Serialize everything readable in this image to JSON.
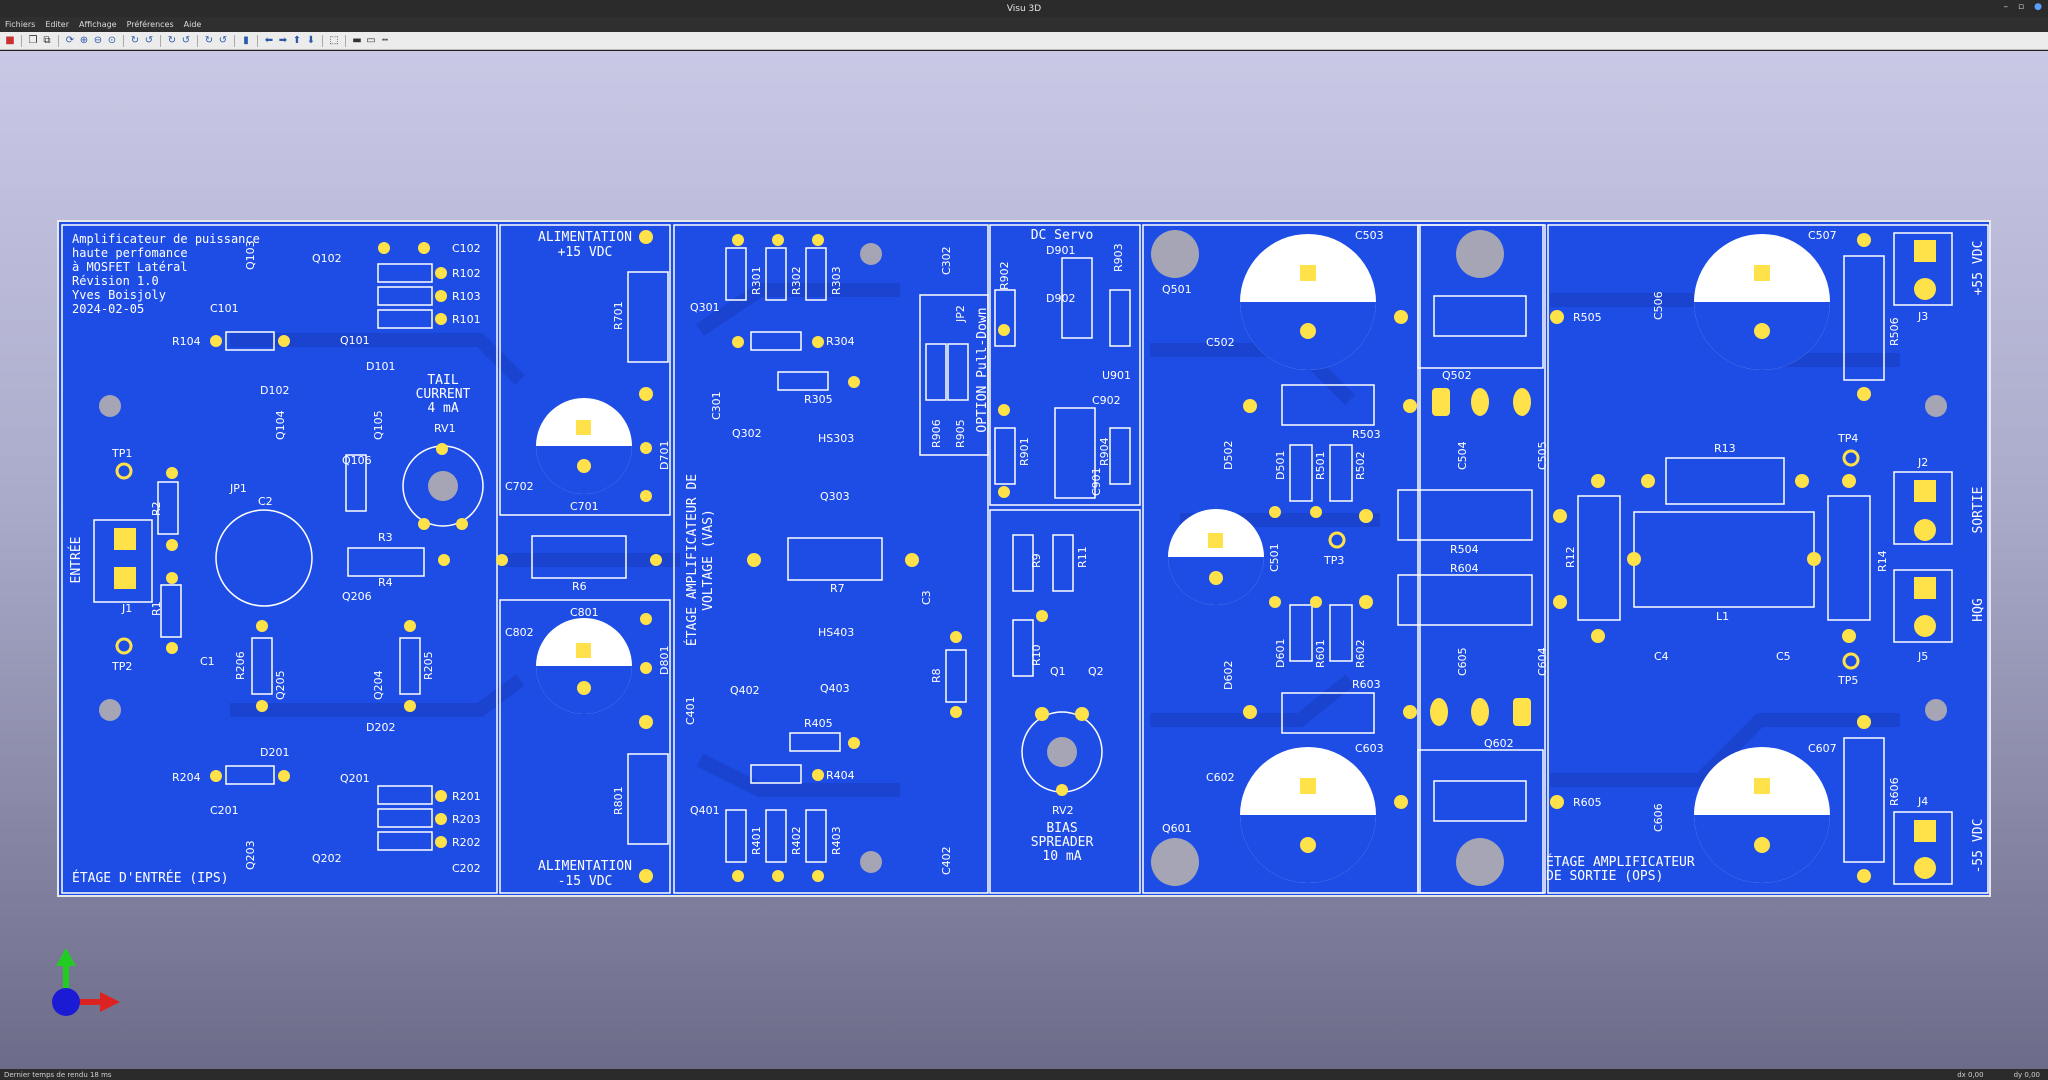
{
  "window": {
    "title": "Visu 3D"
  },
  "menu": {
    "items": [
      "Fichiers",
      "Editer",
      "Affichage",
      "Préférences",
      "Aide"
    ]
  },
  "board": {
    "header": {
      "line1": "Amplificateur de puissance",
      "line2": "haute perfomance",
      "line3": "à MOSFET Latéral",
      "line4": "Révision 1.0",
      "line5": "Yves Boisjoly",
      "line6": "2024-02-05"
    },
    "tail_current": {
      "l1": "TAIL",
      "l2": "CURRENT",
      "l3": "4 mA"
    },
    "bias": {
      "l1": "BIAS",
      "l2": "SPREADER",
      "l3": "10 mA"
    },
    "ips_title": "ÉTAGE D'ENTRÉE (IPS)",
    "ops_title_1": "ÉTAGE AMPLIFICATEUR",
    "ops_title_2": "DE SORTIE (OPS)",
    "vas_title_1": "ÉTAGE AMPLIFICATEUR DE",
    "vas_title_2": "VOLTAGE (VAS)",
    "alim_pos_1": "ALIMENTATION",
    "alim_pos_2": "+15 VDC",
    "alim_neg_1": "ALIMENTATION",
    "alim_neg_2": "-15 VDC",
    "dc_servo": "DC Servo",
    "pulldown": "OPTION Pull-Down",
    "entree": "ENTRÉE",
    "plus55": "+55 VDC",
    "minus55": "-55 VDC",
    "sortie": "SORTIE",
    "hqg": "HQG"
  },
  "refs": {
    "Q103": "Q103",
    "Q102": "Q102",
    "C102": "C102",
    "R102": "R102",
    "R103": "R103",
    "R101": "R101",
    "C101": "C101",
    "Q101": "Q101",
    "R104": "R104",
    "D101": "D101",
    "D102": "D102",
    "Q104": "Q104",
    "Q105": "Q105",
    "Q106": "Q106",
    "RV1": "RV1",
    "TP1": "TP1",
    "TP2": "TP2",
    "JP1": "JP1",
    "C2": "C2",
    "R2": "R2",
    "R1": "R1",
    "J1": "J1",
    "R3": "R3",
    "R4": "R4",
    "R6": "R6",
    "C1": "C1",
    "Q206": "Q206",
    "R206": "R206",
    "Q205": "Q205",
    "Q204": "Q204",
    "R205": "R205",
    "D202": "D202",
    "D201": "D201",
    "R204": "R204",
    "Q201": "Q201",
    "R201": "R201",
    "R203": "R203",
    "C201": "C201",
    "R202": "R202",
    "Q203": "Q203",
    "Q202": "Q202",
    "C202": "C202",
    "R701": "R701",
    "D701": "D701",
    "C702": "C702",
    "C701": "C701",
    "C801": "C801",
    "C802": "C802",
    "D801": "D801",
    "R801": "R801",
    "R301": "R301",
    "R302": "R302",
    "R303": "R303",
    "Q301": "Q301",
    "R304": "R304",
    "C301": "C301",
    "Q302": "Q302",
    "R305": "R305",
    "HS303": "HS303",
    "Q303": "Q303",
    "R7": "R7",
    "HS403": "HS403",
    "Q403": "Q403",
    "C401": "C401",
    "Q402": "Q402",
    "R405": "R405",
    "R404": "R404",
    "Q401": "Q401",
    "R401": "R401",
    "R402": "R402",
    "R403": "R403",
    "C302": "C302",
    "C3": "C3",
    "R8": "R8",
    "C402": "C402",
    "JP2": "JP2",
    "R906": "R906",
    "R905": "R905",
    "R902": "R902",
    "D901": "D901",
    "R903": "R903",
    "D902": "D902",
    "U901": "U901",
    "C902": "C902",
    "R901": "R901",
    "C901": "C901",
    "R904": "R904",
    "R9": "R9",
    "R11": "R11",
    "R10": "R10",
    "Q1": "Q1",
    "Q2": "Q2",
    "RV2": "RV2",
    "Q501": "Q501",
    "C502": "C502",
    "C503": "C503",
    "R505": "R505",
    "Q502": "Q502",
    "R503": "R503",
    "D502": "D502",
    "D501": "D501",
    "R501": "R501",
    "R502": "R502",
    "C504": "C504",
    "C505": "C505",
    "C501": "C501",
    "TP3": "TP3",
    "R504": "R504",
    "R604": "R604",
    "D602": "D602",
    "D601": "D601",
    "R601": "R601",
    "R602": "R602",
    "C605": "C605",
    "C604": "C604",
    "R603": "R603",
    "Q602": "Q602",
    "C603": "C603",
    "R605": "R605",
    "Q601": "Q601",
    "C602": "C602",
    "C506": "C506",
    "C507": "C507",
    "R506": "R506",
    "J3": "J3",
    "TP4": "TP4",
    "R13": "R13",
    "J2": "J2",
    "R12": "R12",
    "R14": "R14",
    "L1": "L1",
    "C4": "C4",
    "C5": "C5",
    "J5": "J5",
    "TP5": "TP5",
    "C606": "C606",
    "C607": "C607",
    "R606": "R606",
    "J4": "J4"
  },
  "status": {
    "left": "Dernier temps de rendu 18 ms",
    "dx": "dx 0,00",
    "dy": "dy 0,00"
  }
}
